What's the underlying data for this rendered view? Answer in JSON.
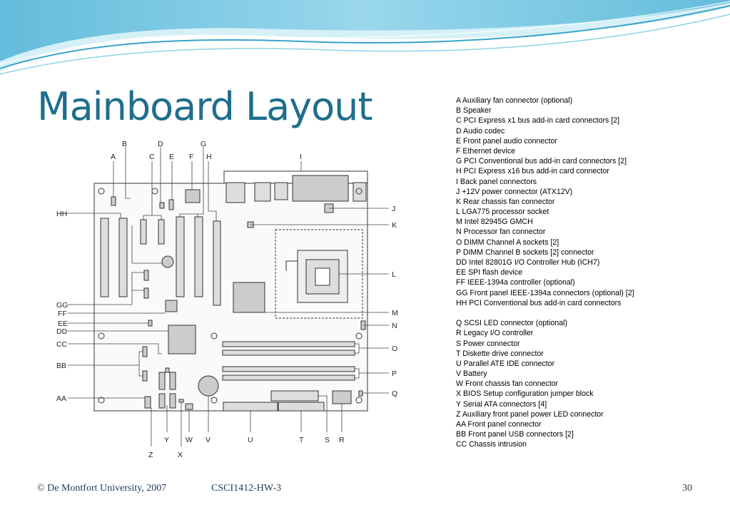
{
  "slide": {
    "title": "Mainboard Layout",
    "footer_left": "© De Montfort University, 2007",
    "footer_center": "CSCI1412-HW-3",
    "page_number": "30"
  },
  "legend": [
    "A Auxiliary fan connector (optional)",
    "B Speaker",
    "C PCI Express x1 bus add-in card connectors [2]",
    "D Audio codec",
    "E Front panel audio connector",
    "F Ethernet device",
    "G PCI Conventional bus add-in card connectors [2]",
    "H PCI Express x16 bus add-in card connector",
    "I Back panel connectors",
    "J +12V power connector (ATX12V)",
    "K Rear chassis fan connector",
    "L LGA775 processor socket",
    "M Intel 82945G GMCH",
    "N Processor fan connector",
    "O DIMM Channel A sockets [2]",
    "P DIMM Channel B sockets [2] connector",
    "DD Intel 82801G I/O Controller Hub (ICH7)",
    "EE SPI flash device",
    "FF IEEE-1394a controller (optional)",
    "GG Front panel IEEE-1394a connectors (optional) [2]",
    "HH PCI Conventional bus add-in card connectors",
    "",
    "Q SCSI LED connector (optional)",
    "R Legacy I/O controller",
    "S Power connector",
    "T Diskette drive connector",
    "U Parallel ATE IDE connector",
    "V Battery",
    "W Front chassis fan connector",
    "X BIOS Setup configuration jumper block",
    "Y Serial ATA connectors [4]",
    "Z Auxiliary front panel power LED connector",
    "AA Front panel connector",
    "BB Front panel USB connectors [2]",
    "CC Chassis intrusion"
  ],
  "board_labels": {
    "top": [
      "B",
      "D",
      "G",
      "A",
      "C",
      "E",
      "F",
      "H",
      "I"
    ],
    "left": [
      "HH",
      "GG",
      "FF",
      "EE",
      "DD",
      "CC",
      "BB",
      "AA"
    ],
    "right": [
      "J",
      "K",
      "L",
      "M",
      "N",
      "O",
      "P",
      "Q"
    ],
    "bottom": [
      "Y",
      "W",
      "V",
      "U",
      "T",
      "S",
      "R",
      "Z",
      "X"
    ]
  },
  "colors": {
    "title": "#1f6e8c",
    "wave_dark": "#3aa3c9",
    "wave_light": "#bfe6f3",
    "footer": "#1f3a5a"
  }
}
